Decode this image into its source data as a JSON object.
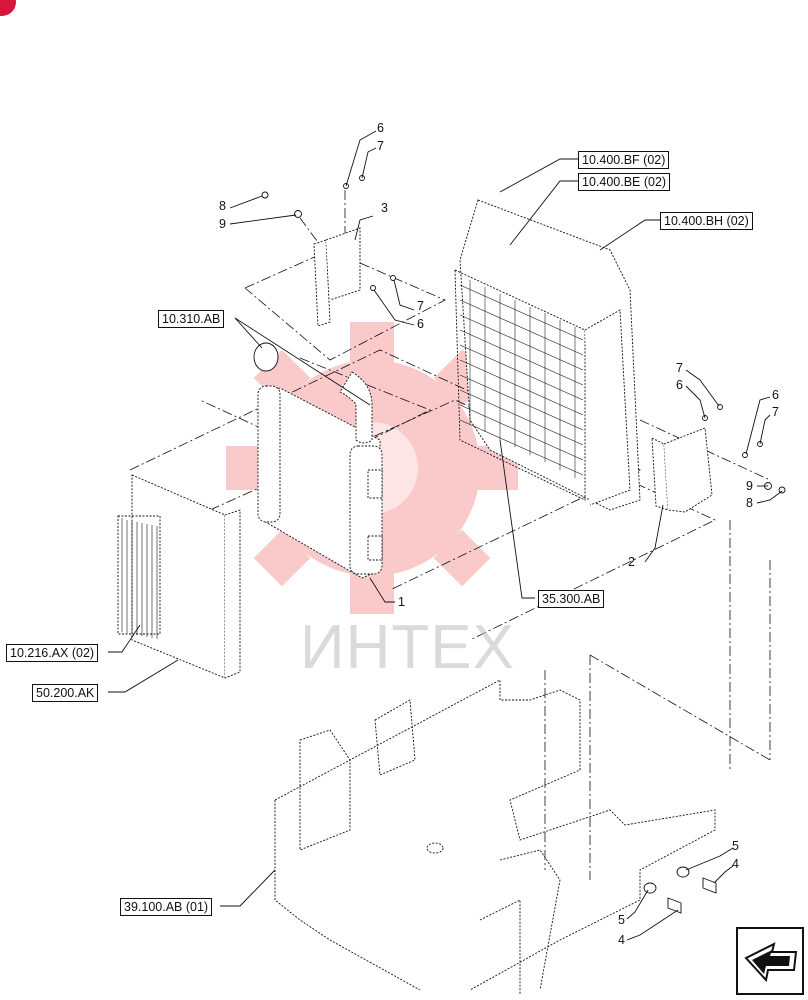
{
  "references": {
    "r10400bf": "10.400.BF (02)",
    "r10400be": "10.400.BE (02)",
    "r10400bh": "10.400.BH (02)",
    "r10310ab": "10.310.AB",
    "r35300ab": "35.300.AB",
    "r10216ax": "10.216.AX (02)",
    "r50200ak": "50.200.AK",
    "r39100ab": "39.100.AB (01)"
  },
  "callouts": {
    "c1": "1",
    "c2": "2",
    "c3": "3",
    "c4a": "4",
    "c4b": "4",
    "c5a": "5",
    "c5b": "5",
    "c6a": "6",
    "c6b": "6",
    "c6c": "6",
    "c6d": "6",
    "c7a": "7",
    "c7b": "7",
    "c7c": "7",
    "c7d": "7",
    "c8a": "8",
    "c8b": "8",
    "c9a": "9",
    "c9b": "9"
  },
  "watermark": {
    "text": "ИНТЕХ",
    "gear_color": "#f26a6a",
    "text_color": "#bdbdbd"
  },
  "colors": {
    "line": "#111111",
    "corner_badge": "#d4173a"
  },
  "icons": {
    "corner": "red-circle-badge",
    "nav": "arrow-navigation-icon"
  }
}
